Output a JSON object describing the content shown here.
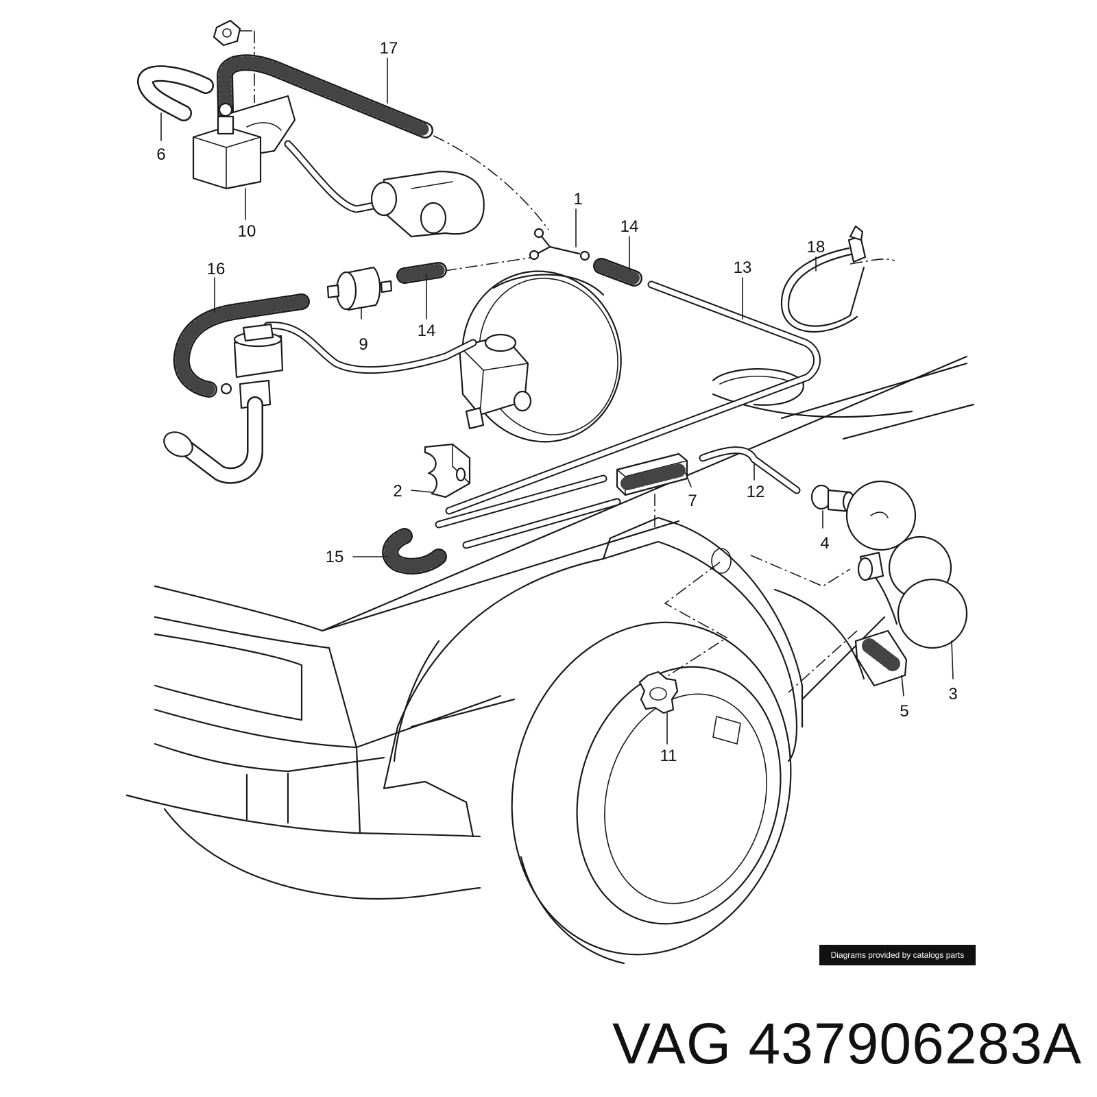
{
  "callouts": [
    "1",
    "2",
    "3",
    "4",
    "5",
    "6",
    "7",
    "9",
    "10",
    "11",
    "12",
    "13",
    "14",
    "15",
    "16",
    "17",
    "18"
  ],
  "watermark": "Diagrams provided by catalogs parts",
  "brand": "VAG",
  "part_number": "437906283A"
}
